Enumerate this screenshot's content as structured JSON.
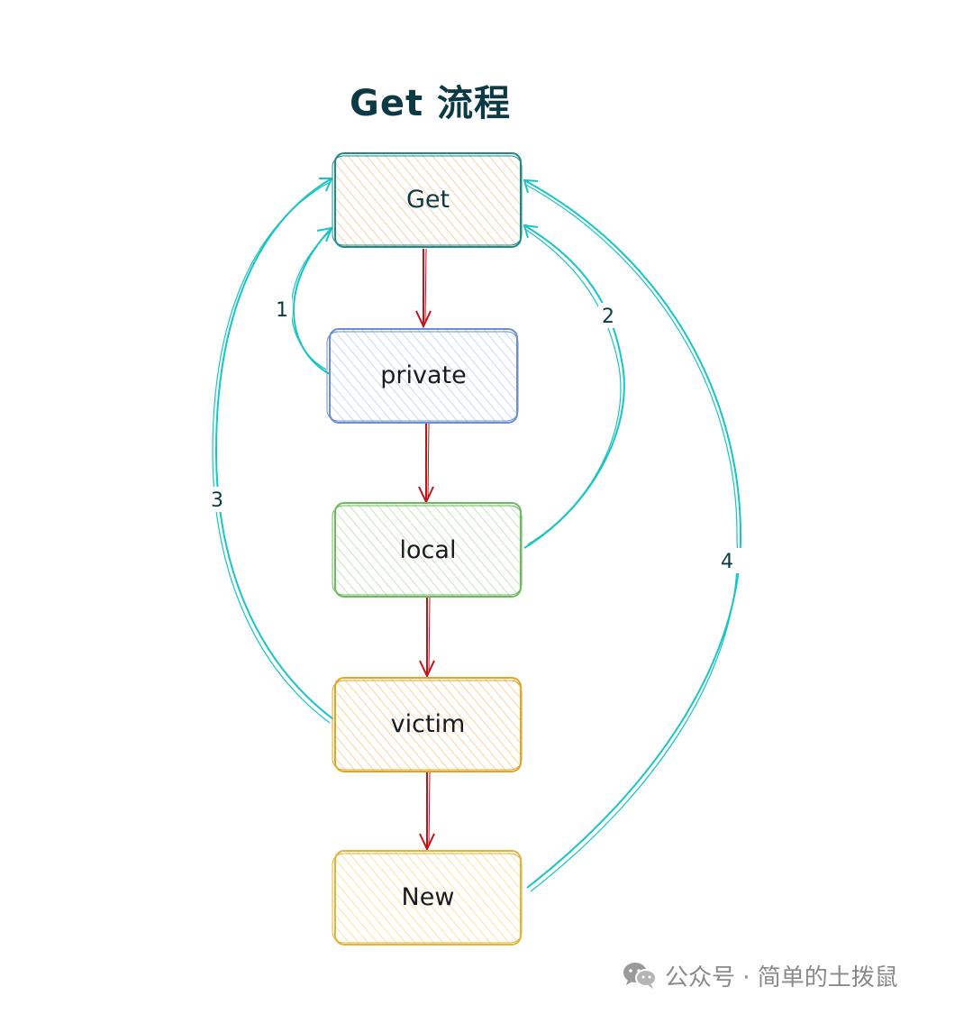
{
  "title": "Get 流程",
  "nodes": [
    {
      "id": "get",
      "label": "Get",
      "stroke": "#1e8c86",
      "fill": "#fbe7cf"
    },
    {
      "id": "private",
      "label": "private",
      "stroke": "#6b8fd0",
      "fill": "#dbe8fb"
    },
    {
      "id": "local",
      "label": "local",
      "stroke": "#6dbb5e",
      "fill": "#d6efcf"
    },
    {
      "id": "victim",
      "label": "victim",
      "stroke": "#e5a524",
      "fill": "#fde1bd"
    },
    {
      "id": "new",
      "label": "New",
      "stroke": "#e5b23a",
      "fill": "#fdefc6"
    }
  ],
  "edges": {
    "flow": [
      {
        "from": "get",
        "to": "private"
      },
      {
        "from": "private",
        "to": "local"
      },
      {
        "from": "local",
        "to": "victim"
      },
      {
        "from": "victim",
        "to": "new"
      }
    ],
    "returns": [
      {
        "from": "private",
        "to": "get",
        "label": "1"
      },
      {
        "from": "local",
        "to": "get",
        "label": "2"
      },
      {
        "from": "victim",
        "to": "get",
        "label": "3"
      },
      {
        "from": "new",
        "to": "get",
        "label": "4"
      }
    ]
  },
  "colors": {
    "flow_arrow": "#c0141a",
    "return_arrow": "#19c4c4",
    "title": "#0b3a44"
  },
  "watermark": {
    "text": "公众号 · 简单的土拨鼠",
    "icon": "wechat-icon"
  }
}
